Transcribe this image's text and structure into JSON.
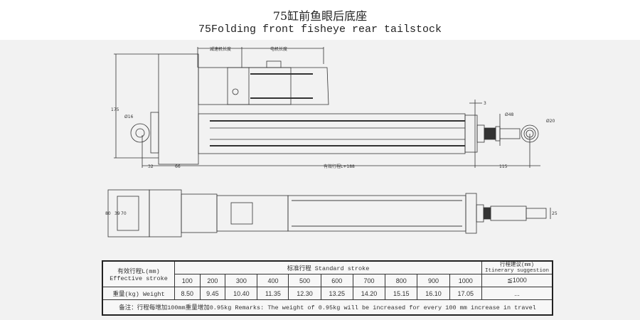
{
  "title_cn": "75缸前鱼眼后底座",
  "title_en": "75Folding front fisheye rear tailstock",
  "drawing": {
    "top_view": {
      "reducer_length": "减速机长度",
      "motor_length": "电机长度",
      "height": "175",
      "hole_dia": "Ø16",
      "dim_32": "32",
      "dim_66": "66",
      "stroke_length": "有效行程L+188",
      "dim_3": "3",
      "dia_48": "Ø48",
      "dia_20": "Ø20",
      "dim_115": "115"
    },
    "side_view": {
      "dim_80": "80",
      "dim_39": "39",
      "dim_70": "70",
      "dim_25": "25"
    }
  },
  "table": {
    "effective_stroke_cn": "有效行程L(mm)",
    "effective_stroke_en": "Effective stroke",
    "standard_stroke": "标准行程  Standard stroke",
    "itinerary_cn": "行程建议(mm)",
    "itinerary_en": "Itinerary suggestion",
    "strokes": [
      "100",
      "200",
      "300",
      "400",
      "500",
      "600",
      "700",
      "800",
      "900",
      "1000"
    ],
    "itinerary_value": "≦1000",
    "weight_label": "重量(kg) Weight",
    "weights": [
      "8.50",
      "9.45",
      "10.40",
      "11.35",
      "12.30",
      "13.25",
      "14.20",
      "15.15",
      "16.10",
      "17.05"
    ],
    "weight_suggestion": "...",
    "remarks": "备注：行程每增加100mm重量增加0.95kg   Remarks: The weight of 0.95kg will be increased for every 100 mm increase in travel"
  }
}
